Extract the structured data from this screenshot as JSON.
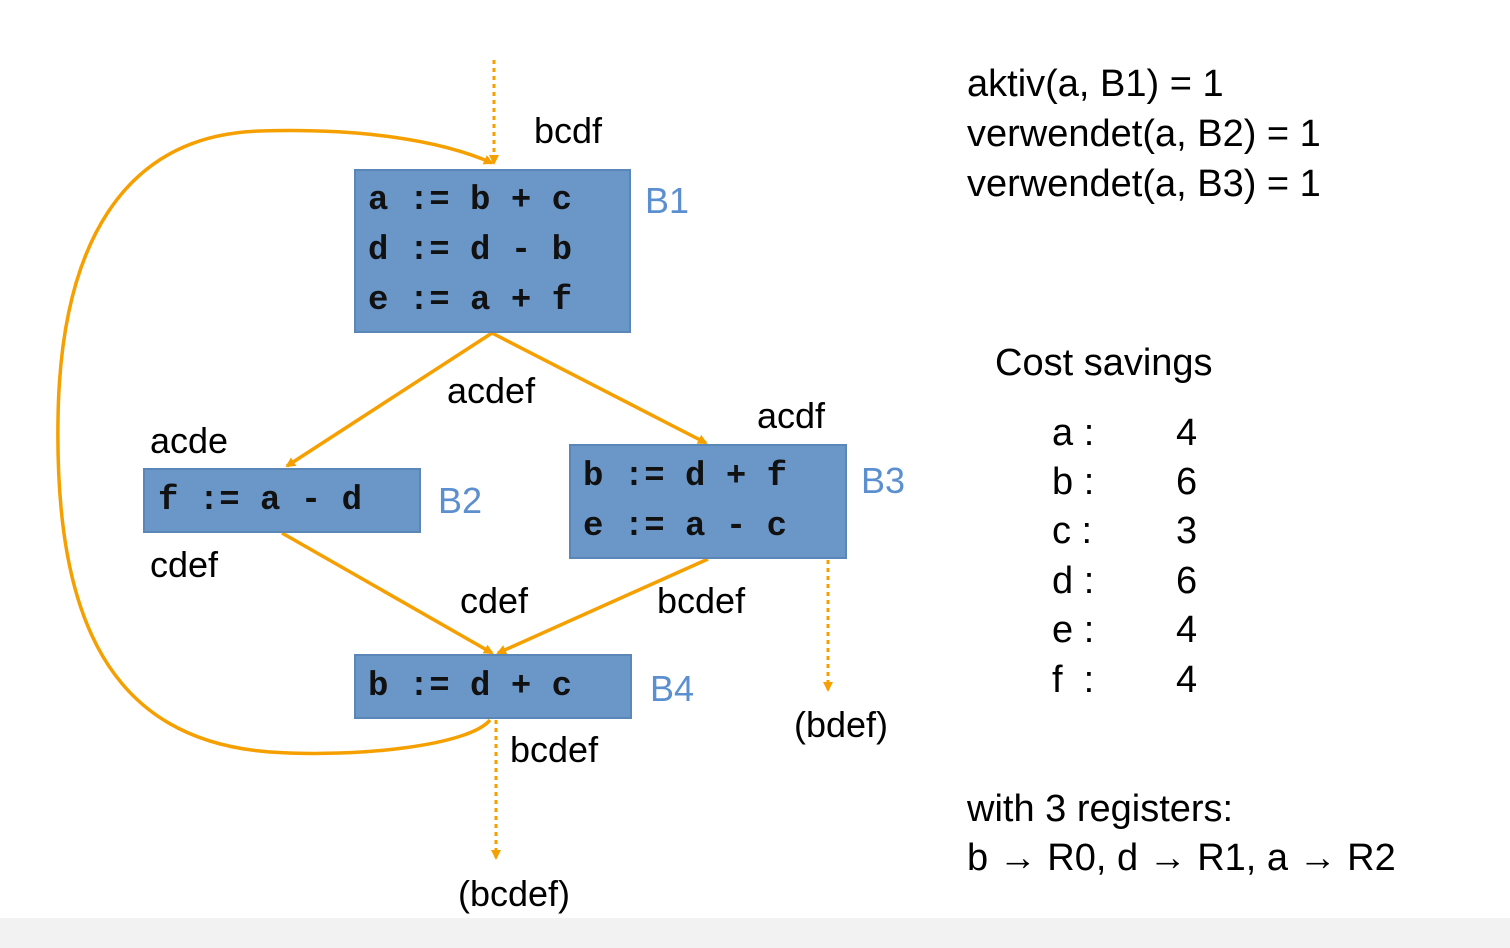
{
  "blocks": {
    "b1": {
      "label": "B1",
      "lines": [
        "a := b + c",
        "d := d - b",
        "e := a + f"
      ]
    },
    "b2": {
      "label": "B2",
      "lines": [
        "f := a - d"
      ]
    },
    "b3": {
      "label": "B3",
      "lines": [
        "b := d + f",
        "e := a - c"
      ]
    },
    "b4": {
      "label": "B4",
      "lines": [
        "b := d + c"
      ]
    }
  },
  "edge_labels": {
    "b1_in": "bcdf",
    "b1_out": "acdef",
    "b2_in": "acde",
    "b2_out": "cdef",
    "b3_in": "acdf",
    "b3_out": "bcdef",
    "b4_in": "cdef",
    "b4_out": "bcdef",
    "b3_exit": "(bdef)",
    "b4_exit": "(bcdef)"
  },
  "usage": [
    "aktiv(a, B1) = 1",
    "verwendet(a, B2) = 1",
    "verwendet(a, B3) = 1"
  ],
  "cost_savings": {
    "title": "Cost savings",
    "rows": [
      {
        "var": "a :",
        "value": "4"
      },
      {
        "var": "b :",
        "value": "6"
      },
      {
        "var": "c :",
        "value": "3"
      },
      {
        "var": "d :",
        "value": "6"
      },
      {
        "var": "e :",
        "value": "4"
      },
      {
        "var": "f  :",
        "value": "4"
      }
    ]
  },
  "allocation": {
    "title": "with 3 registers:",
    "mapping": "b → R0, d → R1, a → R2"
  },
  "colors": {
    "block_fill": "#6a96c8",
    "block_label": "#5b8fd0",
    "edge": "#f5a000"
  }
}
